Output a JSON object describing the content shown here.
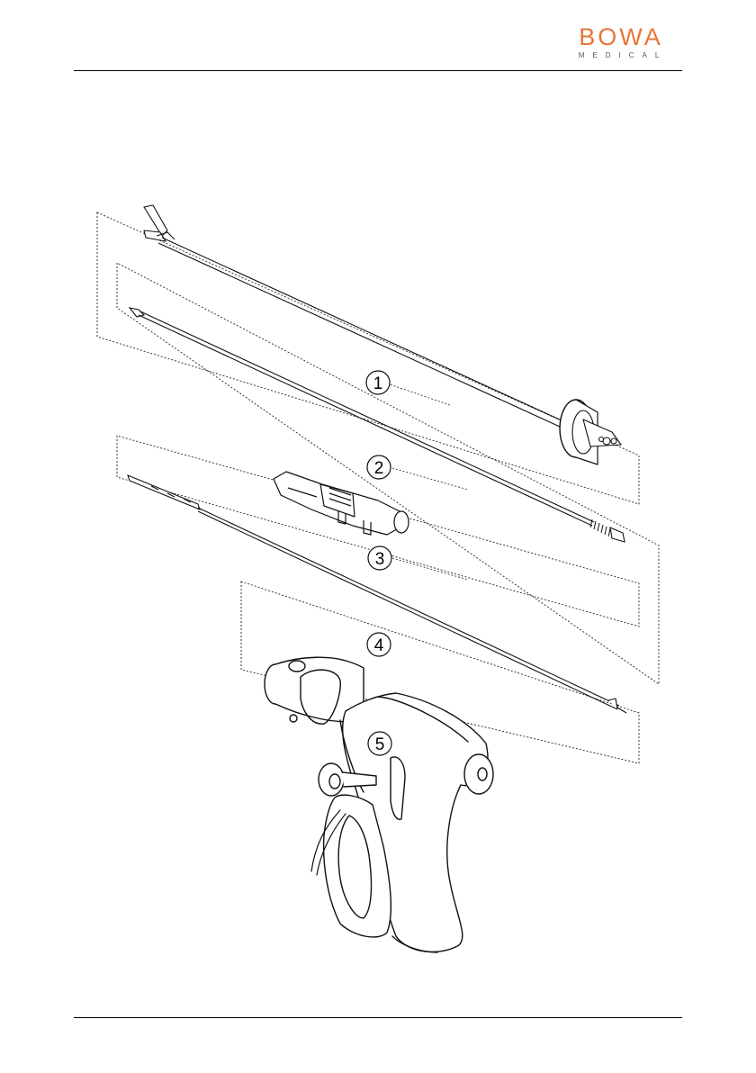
{
  "brand": {
    "name": "BOWA",
    "tagline": "MEDICAL",
    "color": "#e8763a"
  },
  "diagram": {
    "callouts": [
      "1",
      "2",
      "3",
      "4",
      "5"
    ]
  }
}
